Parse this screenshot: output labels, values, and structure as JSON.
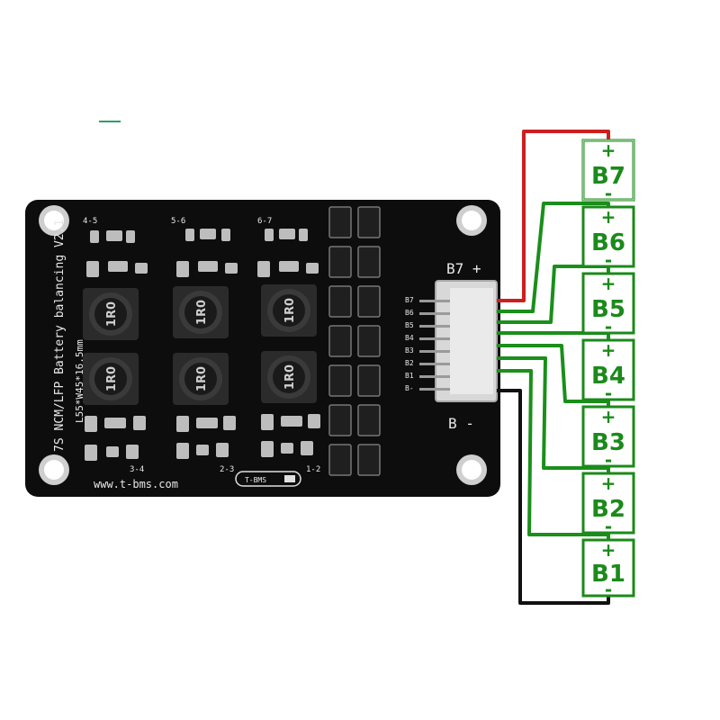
{
  "board": {
    "title_line": "7S NCM/LFP Battery balancing V2.1",
    "size_line": "L55*W45*16.5mm",
    "website": "www.t-bms.com",
    "logo_text": "T-BMS",
    "inductor_marking": "1R0",
    "pair_labels": [
      "4-5",
      "5-6",
      "6-7",
      "3-4",
      "2-3",
      "1-2"
    ],
    "pin_labels": [
      "B7",
      "B6",
      "B5",
      "B4",
      "B3",
      "B2",
      "B1",
      "B-"
    ],
    "terminal_top": "B7 +",
    "terminal_bottom": "B -"
  },
  "cells": [
    {
      "label": "B7",
      "plus": "+",
      "minus": "-"
    },
    {
      "label": "B6",
      "plus": "+",
      "minus": "-"
    },
    {
      "label": "B5",
      "plus": "+",
      "minus": "-"
    },
    {
      "label": "B4",
      "plus": "+",
      "minus": "-"
    },
    {
      "label": "B3",
      "plus": "+",
      "minus": "-"
    },
    {
      "label": "B2",
      "plus": "+",
      "minus": "-"
    },
    {
      "label": "B1",
      "plus": "+",
      "minus": "-"
    }
  ],
  "colors": {
    "pcb": "#0d0d0d",
    "wire_positive": "#cc1f1f",
    "wire_balance": "#1a8f1a",
    "wire_negative": "#111111",
    "cell_green": "#1b8a1b"
  }
}
